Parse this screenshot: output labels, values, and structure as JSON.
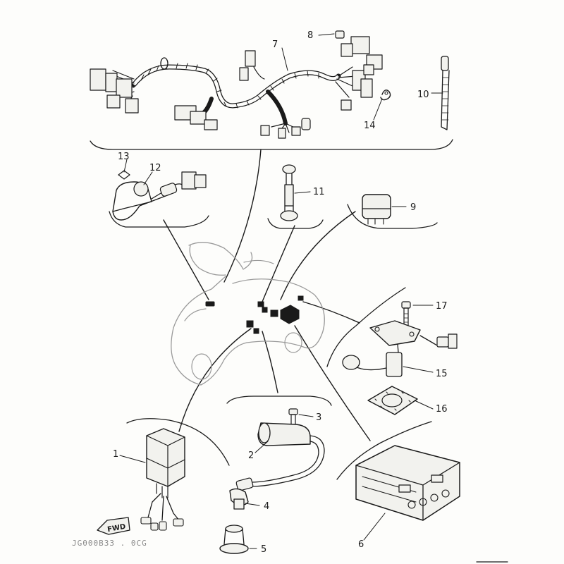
{
  "callouts": {
    "p1": "1",
    "p2": "2",
    "p3": "3",
    "p4": "4",
    "p5": "5",
    "p6": "6",
    "p7": "7",
    "p8": "8",
    "p9": "9",
    "p10": "10",
    "p11": "11",
    "p12": "12",
    "p13": "13",
    "p14": "14",
    "p15": "15",
    "p16": "16",
    "p17": "17"
  },
  "fwd_label": "FWD",
  "catalog_code": "JG000B33 . 0CG"
}
